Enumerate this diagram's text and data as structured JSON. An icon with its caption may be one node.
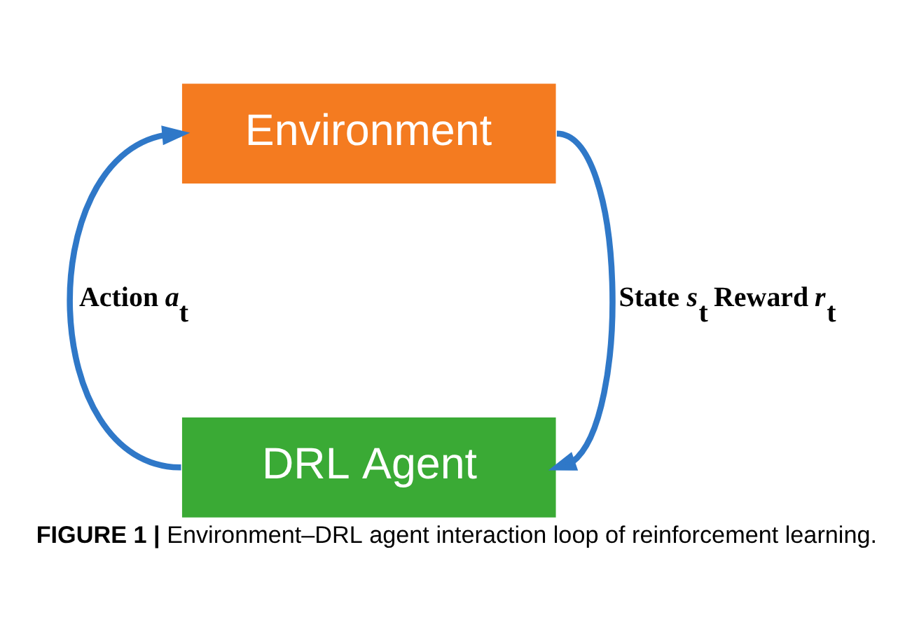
{
  "diagram": {
    "caption": "**FIGURE 1 |** Environment–DRL agent interaction loop of reinforcement learning.",
    "nodes": [
      {
        "text": [
          "Environment"
        ]
      },
      {
        "text": [
          "DRL Agent"
        ]
      }
    ],
    "edges": [
      {
        "from": 0,
        "to": 1,
        "arrow": "to",
        "label": "State *s*$_{t}$ Reward *r*$_{t}$"
      },
      {
        "from": 1,
        "to": 0,
        "arrow": "to",
        "label": "Action *a*$_{t}$"
      }
    ]
  }
}
